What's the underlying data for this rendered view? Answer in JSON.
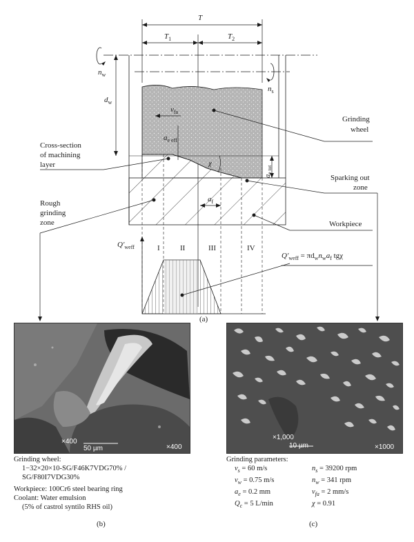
{
  "diagram": {
    "T": "T",
    "T1": "T",
    "T1_sub": "1",
    "T2": "T",
    "T2_sub": "2",
    "nw": "n",
    "nw_sub": "w",
    "ns": "n",
    "ns_sub": "s",
    "dw": "d",
    "dw_sub": "w",
    "vfa": "v",
    "vfa_sub": "fa",
    "ae_eff": "a",
    "ae_eff_sub": "e eff",
    "chi": "χ",
    "ae_tot": "a",
    "ae_tot_sub": "e tot",
    "af": "a",
    "af_sub": "f",
    "q_label": "Q′",
    "q_sub": "weff",
    "zones": [
      "I",
      "II",
      "III",
      "IV"
    ],
    "formula_lhs": "Q′",
    "formula_lhs_sub": "weff",
    "formula_rhs": " = πd",
    "formula_rest": "n",
    "formula_end": "a",
    "formula_tail": " tgχ",
    "labels": {
      "grinding_wheel_1": "Grinding",
      "grinding_wheel_2": "wheel",
      "cross_section_1": "Cross-section",
      "cross_section_2": "of machining",
      "cross_section_3": "layer",
      "sparking_1": "Sparking out",
      "sparking_2": "zone",
      "workpiece": "Workpiece",
      "rough_1": "Rough",
      "rough_2": "grinding",
      "rough_3": "zone"
    },
    "sublabel_a": "(a)"
  },
  "photo_b": {
    "scale_text": "50 µm",
    "mag_left": "×400",
    "mag_right": "×400"
  },
  "photo_c": {
    "scale_text": "10 µm",
    "mag_left": "×1,000",
    "mag_right": "×1000"
  },
  "caption_b": {
    "line1": "Grinding wheel:",
    "line2": "1−32×20×10-SG/F46K7VDG70% /",
    "line3": "SG/F80I7VDG30%",
    "line4": "Workpiece: 100Cr6 steel bearing ring",
    "line5": "Coolant: Water emulsion",
    "line6": "(5% of castrol syntilo RHS oil)",
    "sublabel": "(b)"
  },
  "caption_c": {
    "title": "Grinding parameters:",
    "params": [
      [
        "v",
        "s",
        " = 60 m/s",
        "n",
        "s",
        " = 39200 rpm"
      ],
      [
        "v",
        "w",
        " = 0.75 m/s",
        "n",
        "w",
        " = 341 rpm"
      ],
      [
        "a",
        "e",
        " = 0.2 mm",
        "v",
        "fa",
        " = 2 mm/s"
      ],
      [
        "Q",
        "c",
        " = 5 L/min",
        "χ",
        "",
        " = 0.91"
      ]
    ],
    "sublabel": "(c)"
  },
  "colors": {
    "wheel_fill": "#b8b8b8",
    "photo_b_bg": "#5a5a5a",
    "photo_c_bg": "#4a4a4a",
    "line": "#1a1a1a"
  }
}
